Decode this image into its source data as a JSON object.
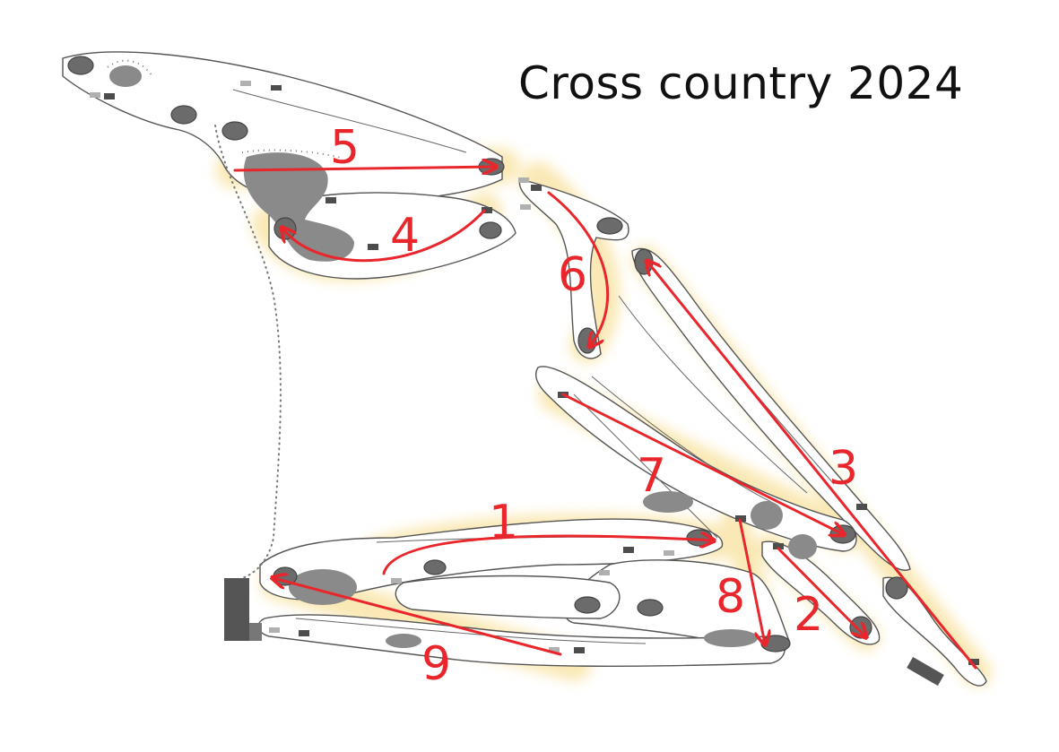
{
  "title": "Cross country 2024",
  "colors": {
    "route": "#e8262b",
    "highlight": "#f6d77a",
    "outline": "#555555",
    "hazard": "#8a8a8a",
    "tee": "#4d4d4d",
    "number": "#e8262b"
  },
  "holes": [
    {
      "number": "1",
      "icon": "arrow-icon"
    },
    {
      "number": "2",
      "icon": "arrow-icon"
    },
    {
      "number": "3",
      "icon": "arrow-icon"
    },
    {
      "number": "4",
      "icon": "arrow-icon"
    },
    {
      "number": "5",
      "icon": "arrow-icon"
    },
    {
      "number": "6",
      "icon": "arrow-icon"
    },
    {
      "number": "7",
      "icon": "arrow-icon"
    },
    {
      "number": "8",
      "icon": "arrow-icon"
    },
    {
      "number": "9",
      "icon": "arrow-icon"
    }
  ]
}
